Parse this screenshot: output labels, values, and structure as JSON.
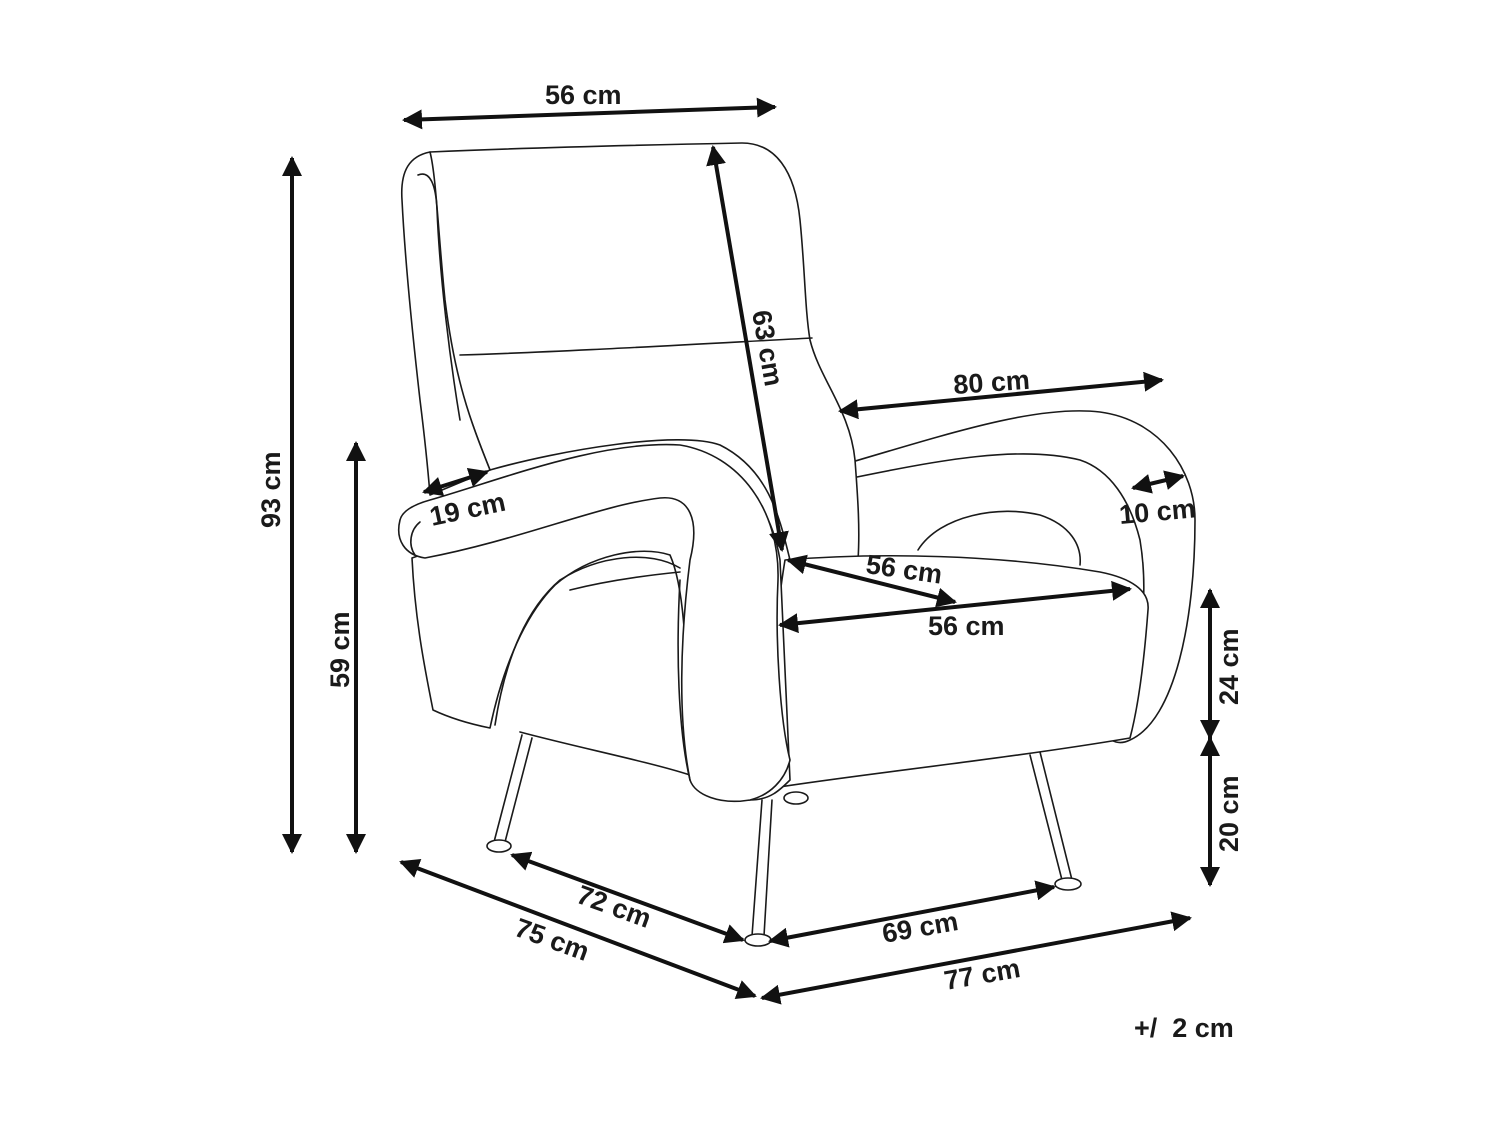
{
  "diagram": {
    "subject": "armchair",
    "tolerance_note": "+/  2 cm",
    "dimensions": {
      "top_width": "56 cm",
      "back_height": "63 cm",
      "arm_span": "80 cm",
      "arm_width_left": "19 cm",
      "arm_width_right": "10 cm",
      "seat_depth": "56 cm",
      "seat_width": "56 cm",
      "total_height": "93 cm",
      "arm_height": "59 cm",
      "seat_cushion_height": "24 cm",
      "leg_height": "20 cm",
      "leg_depth": "72 cm",
      "total_depth": "75 cm",
      "leg_width": "69 cm",
      "total_width": "77 cm"
    },
    "colors": {
      "line": "#1a1a1a",
      "background": "#ffffff"
    }
  }
}
